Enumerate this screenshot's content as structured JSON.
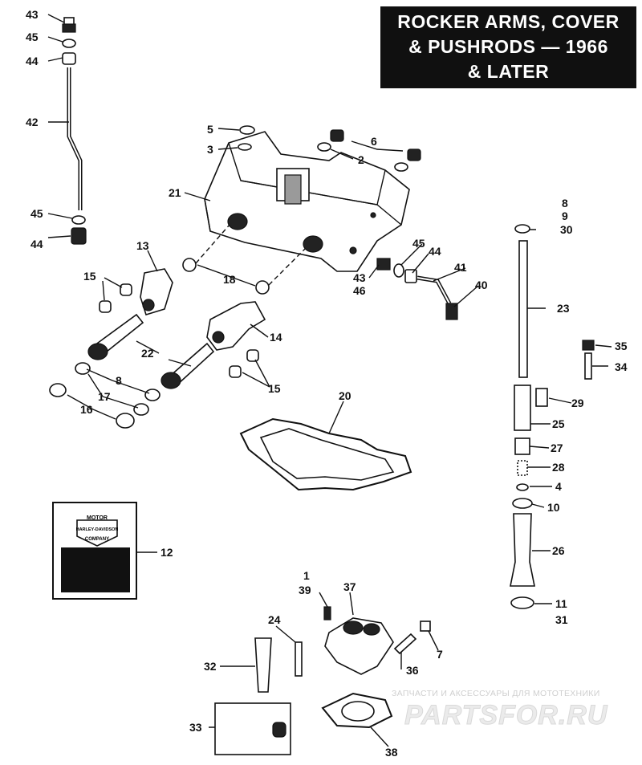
{
  "title": {
    "line1": "ROCKER ARMS, COVER",
    "line2": "& PUSHRODS — 1966",
    "line3": "& LATER"
  },
  "callouts": [
    {
      "key": "c43a",
      "text": "43"
    },
    {
      "key": "c45a",
      "text": "45"
    },
    {
      "key": "c44a",
      "text": "44"
    },
    {
      "key": "c42",
      "text": "42"
    },
    {
      "key": "c45b",
      "text": "45"
    },
    {
      "key": "c44b",
      "text": "44"
    },
    {
      "key": "c5",
      "text": "5"
    },
    {
      "key": "c3",
      "text": "3"
    },
    {
      "key": "c6",
      "text": "6"
    },
    {
      "key": "c2",
      "text": "2"
    },
    {
      "key": "c21",
      "text": "21"
    },
    {
      "key": "c13",
      "text": "13"
    },
    {
      "key": "c15a",
      "text": "15"
    },
    {
      "key": "c18",
      "text": "18"
    },
    {
      "key": "c45c",
      "text": "45"
    },
    {
      "key": "c44c",
      "text": "44"
    },
    {
      "key": "c41",
      "text": "41"
    },
    {
      "key": "c43b",
      "text": "43"
    },
    {
      "key": "c46",
      "text": "46"
    },
    {
      "key": "c40",
      "text": "40"
    },
    {
      "key": "c8a",
      "text": "8"
    },
    {
      "key": "c9",
      "text": "9"
    },
    {
      "key": "c30",
      "text": "30"
    },
    {
      "key": "c23",
      "text": "23"
    },
    {
      "key": "c35",
      "text": "35"
    },
    {
      "key": "c34",
      "text": "34"
    },
    {
      "key": "c14",
      "text": "14"
    },
    {
      "key": "c22",
      "text": "22"
    },
    {
      "key": "c8b",
      "text": "8"
    },
    {
      "key": "c17",
      "text": "17"
    },
    {
      "key": "c16",
      "text": "16"
    },
    {
      "key": "c15b",
      "text": "15"
    },
    {
      "key": "c20",
      "text": "20"
    },
    {
      "key": "c29",
      "text": "29"
    },
    {
      "key": "c25",
      "text": "25"
    },
    {
      "key": "c27",
      "text": "27"
    },
    {
      "key": "c28",
      "text": "28"
    },
    {
      "key": "c4",
      "text": "4"
    },
    {
      "key": "c10",
      "text": "10"
    },
    {
      "key": "c12",
      "text": "12"
    },
    {
      "key": "c26",
      "text": "26"
    },
    {
      "key": "c1",
      "text": "1"
    },
    {
      "key": "c39",
      "text": "39"
    },
    {
      "key": "c37",
      "text": "37"
    },
    {
      "key": "c24",
      "text": "24"
    },
    {
      "key": "c11",
      "text": "11"
    },
    {
      "key": "c31",
      "text": "31"
    },
    {
      "key": "c7",
      "text": "7"
    },
    {
      "key": "c32",
      "text": "32"
    },
    {
      "key": "c36",
      "text": "36"
    },
    {
      "key": "c33",
      "text": "33"
    },
    {
      "key": "c38",
      "text": "38"
    }
  ],
  "box": {
    "logo_top": "MOTOR",
    "logo_mid": "HARLEY-DAVIDSON",
    "logo_bottom": "COMPANY"
  },
  "watermark": {
    "caption": "ЗАПЧАСТИ И АКСЕССУАРЫ ДЛЯ МОТОТЕХНИКИ",
    "logo": "PARTSFOR.RU"
  }
}
